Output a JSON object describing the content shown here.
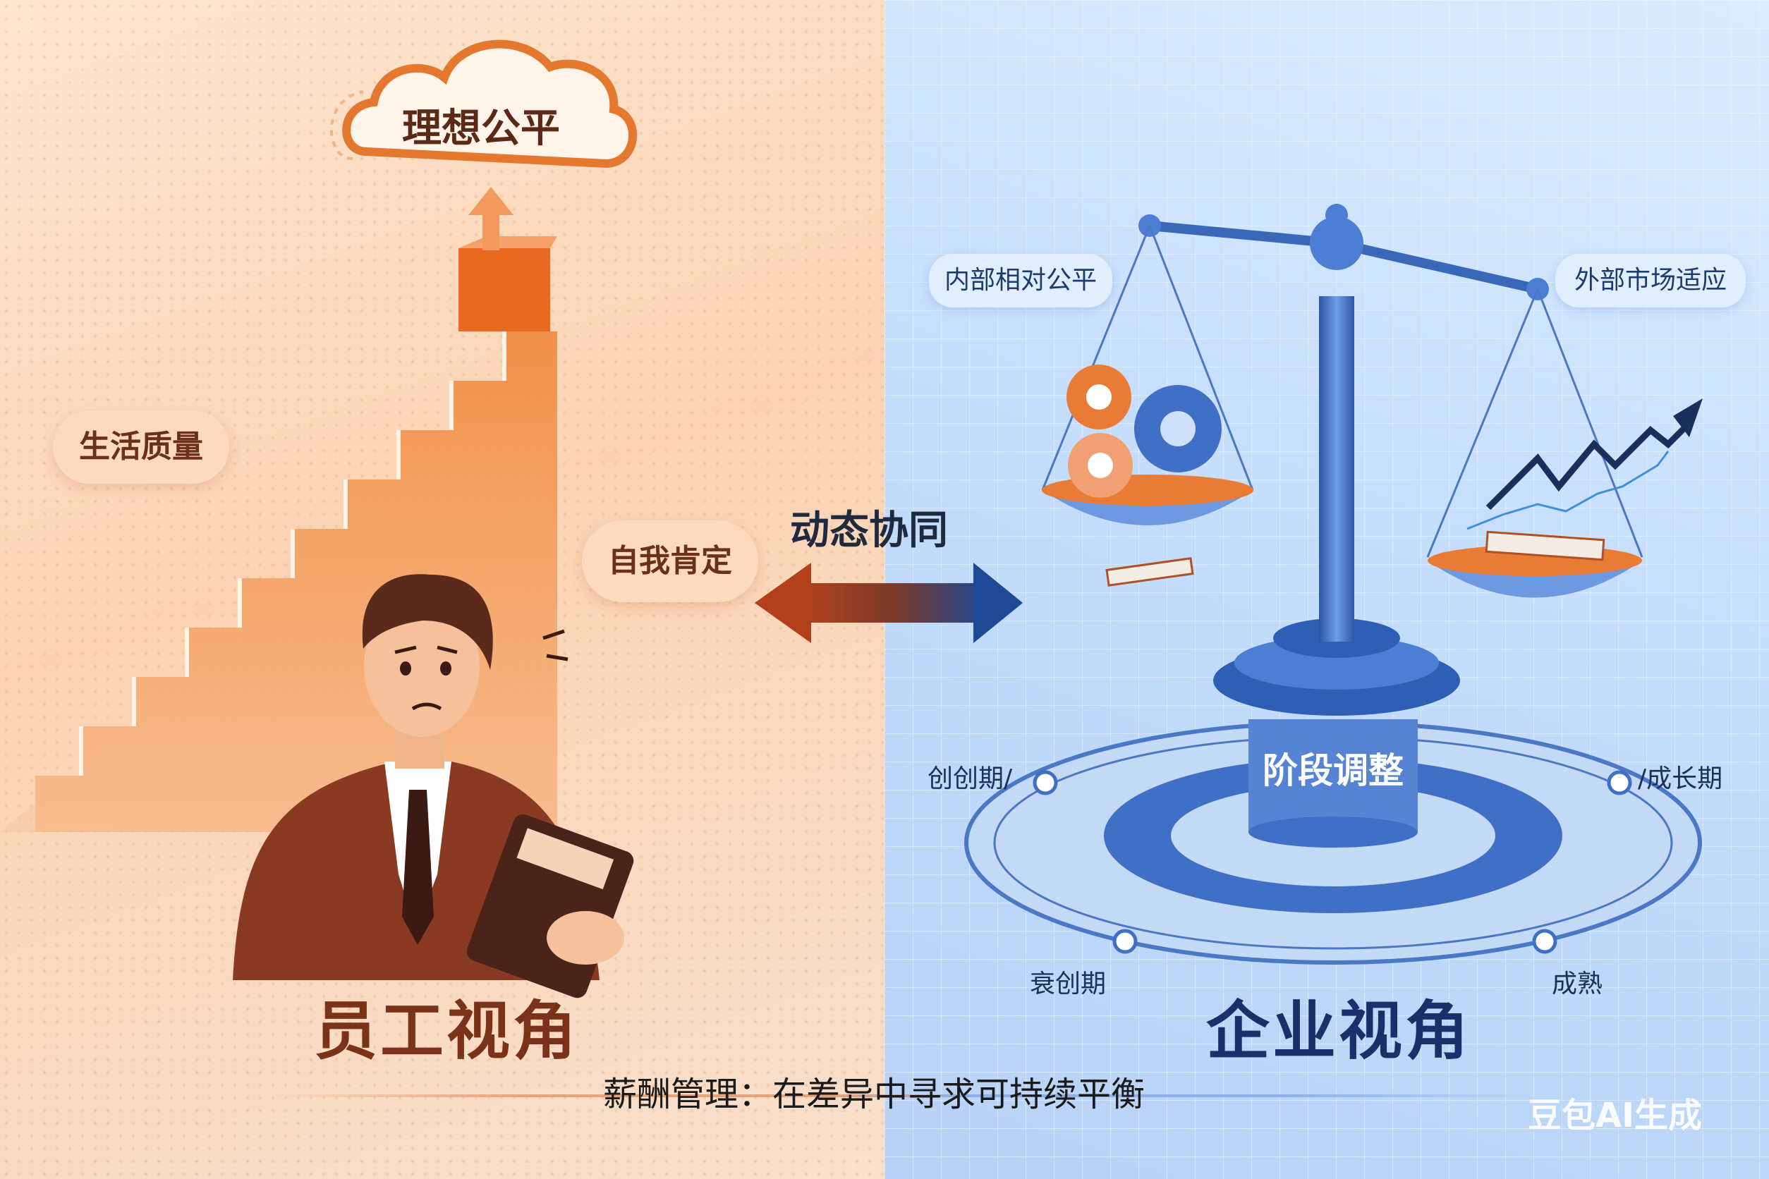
{
  "cloud_label": "理想公平",
  "left_bubbles": {
    "quality": "生活质量",
    "self": "自我肯定"
  },
  "center_label": "动态协同",
  "right_pills": {
    "internal": "内部相对公平",
    "external": "外部市场适应"
  },
  "stage_hub": "阶段调整",
  "stages": {
    "startup": "创创期/",
    "growth": "/成长期",
    "decline": "衰创期",
    "mature": "成熟"
  },
  "left_title": "员工视角",
  "right_title": "企业视角",
  "caption": "薪酬管理：在差异中寻求可持续平衡",
  "watermark": "豆包AI生成",
  "colors": {
    "orange": "#e4782e",
    "dark_orange": "#b4521f",
    "blue": "#3f70c6",
    "dark_blue": "#1f3f86"
  }
}
